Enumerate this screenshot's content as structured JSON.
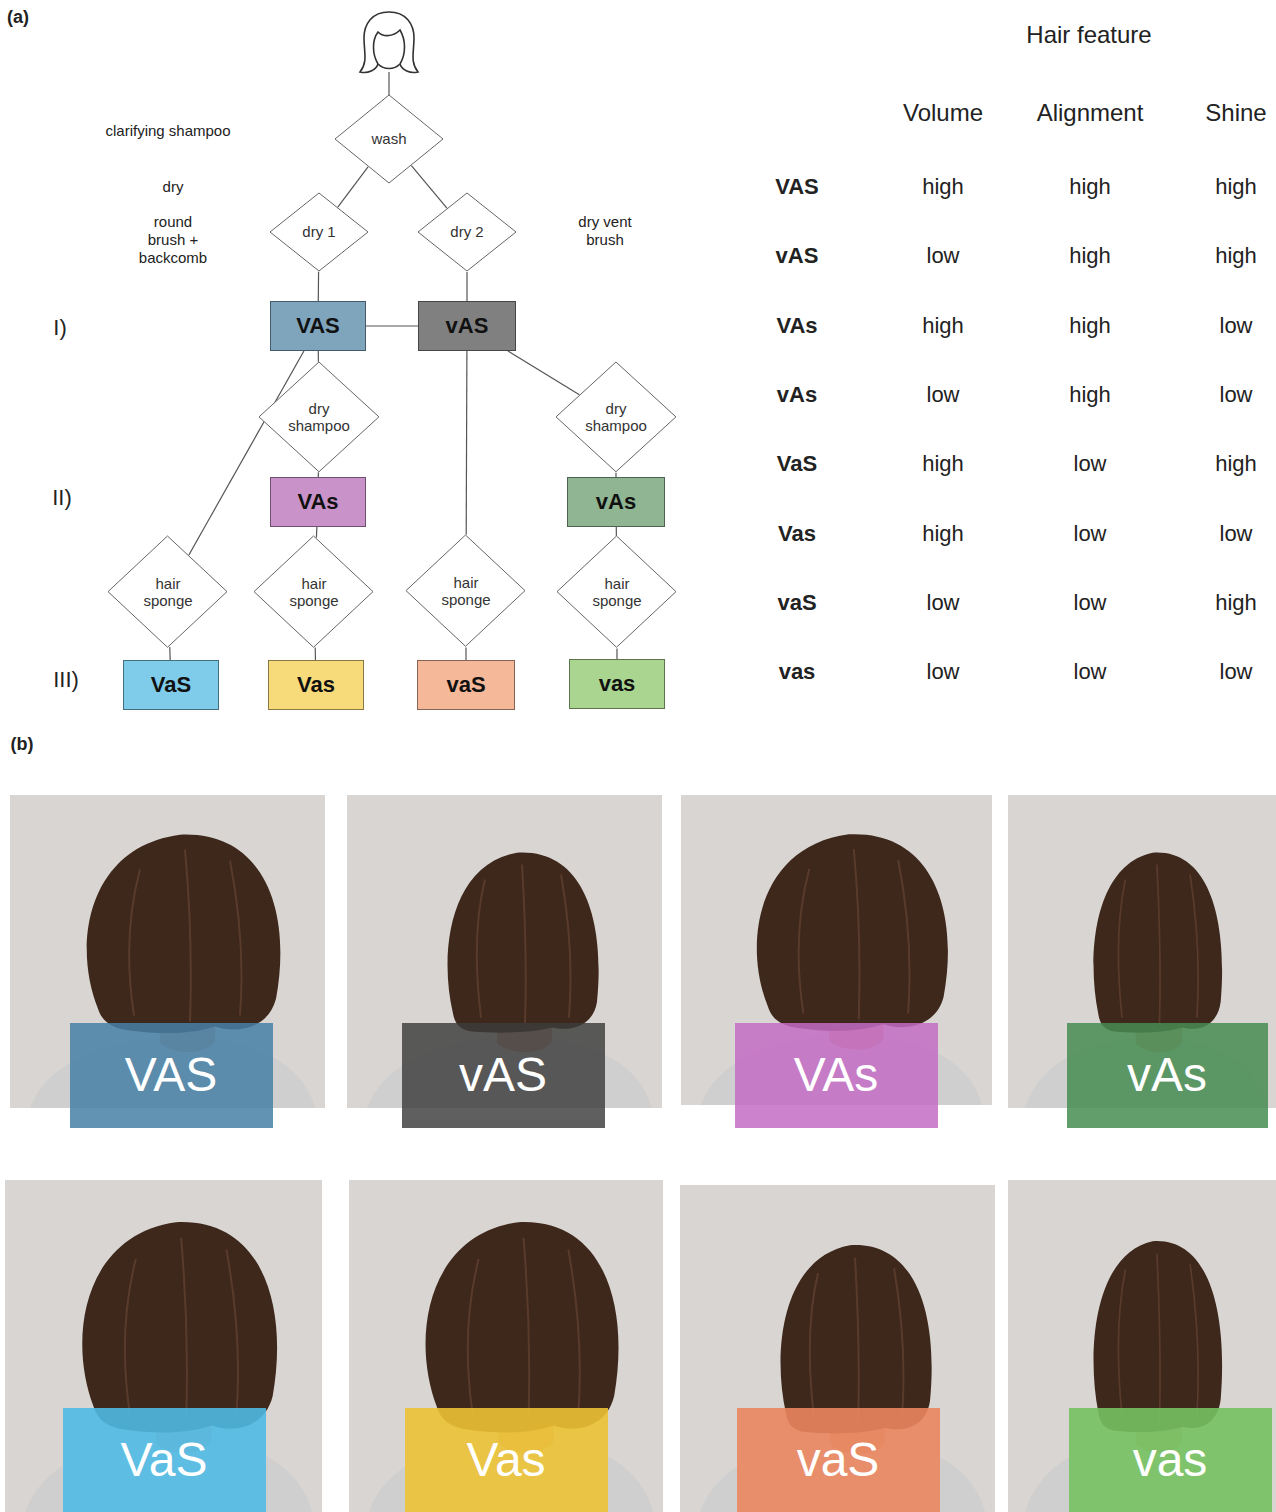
{
  "diagram": {
    "nodes": [
      {
        "text": [
          "wash"
        ]
      },
      {
        "text": [
          "dry 1"
        ]
      },
      {
        "text": [
          "dry 2"
        ]
      },
      {
        "text": [
          "VAS"
        ]
      },
      {
        "text": [
          "vAS"
        ]
      },
      {
        "text": [
          "dry shampoo"
        ]
      },
      {
        "text": [
          "dry shampoo"
        ]
      },
      {
        "text": [
          "VAs"
        ]
      },
      {
        "text": [
          "vAs"
        ]
      },
      {
        "text": [
          "hair sponge"
        ]
      },
      {
        "text": [
          "hair sponge"
        ]
      },
      {
        "text": [
          "hair sponge"
        ]
      },
      {
        "text": [
          "hair sponge"
        ]
      },
      {
        "text": [
          "VaS"
        ]
      },
      {
        "text": [
          "Vas"
        ]
      },
      {
        "text": [
          "vaS"
        ]
      },
      {
        "text": [
          "vas"
        ]
      },
      {
        "text": [
          "VAS"
        ]
      },
      {
        "text": [
          "vAS"
        ]
      },
      {
        "text": [
          "VAs"
        ]
      },
      {
        "text": [
          "vAs"
        ]
      },
      {
        "text": [
          "VaS"
        ]
      },
      {
        "text": [
          "Vas"
        ]
      },
      {
        "text": [
          "vaS"
        ]
      },
      {
        "text": [
          "vas"
        ]
      }
    ],
    "edges": [
      {
        "from": 0,
        "to": 1,
        "arrow": "none"
      },
      {
        "from": 0,
        "to": 2,
        "arrow": "none"
      },
      {
        "from": 1,
        "to": 3,
        "arrow": "none"
      },
      {
        "from": 2,
        "to": 4,
        "arrow": "none"
      },
      {
        "from": 3,
        "to": 4,
        "arrow": "none"
      },
      {
        "from": 3,
        "to": 5,
        "arrow": "none"
      },
      {
        "from": 5,
        "to": 7,
        "arrow": "none"
      },
      {
        "from": 4,
        "to": 6,
        "arrow": "none"
      },
      {
        "from": 6,
        "to": 8,
        "arrow": "none"
      },
      {
        "from": 3,
        "to": 9,
        "arrow": "none"
      },
      {
        "from": 9,
        "to": 13,
        "arrow": "none"
      },
      {
        "from": 7,
        "to": 10,
        "arrow": "none"
      },
      {
        "from": 10,
        "to": 14,
        "arrow": "none"
      },
      {
        "from": 4,
        "to": 11,
        "arrow": "none"
      },
      {
        "from": 11,
        "to": 15,
        "arrow": "none"
      },
      {
        "from": 8,
        "to": 12,
        "arrow": "none"
      },
      {
        "from": 12,
        "to": 16,
        "arrow": "none"
      }
    ],
    "labels": [
      "(a)",
      "clarifying shampoo",
      "dry",
      "round brush + backcomb",
      "dry vent brush",
      "I)",
      "II)",
      "III)",
      "Hair feature",
      "Volume",
      "Alignment",
      "Shine",
      "VAS",
      "high",
      "high",
      "high",
      "vAS",
      "low",
      "high",
      "high",
      "VAs",
      "high",
      "high",
      "low",
      "vAs",
      "low",
      "high",
      "low",
      "VaS",
      "high",
      "low",
      "high",
      "Vas",
      "high",
      "low",
      "low",
      "vaS",
      "low",
      "low",
      "high",
      "vas",
      "low",
      "low",
      "low",
      "(b)"
    ]
  }
}
